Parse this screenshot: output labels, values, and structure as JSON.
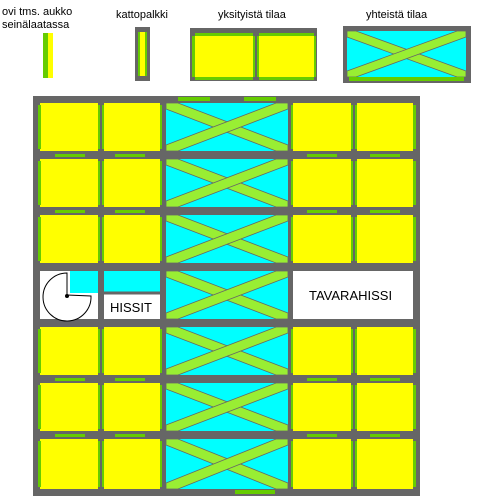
{
  "legend": {
    "opening": "ovi tms. aukko seinälaatassa",
    "beam": "kattopalkki",
    "private": "yksityistä tilaa",
    "common": "yhteistä tilaa"
  },
  "labels": {
    "elevators": "HISSIT",
    "freight": "TAVARAHISSI"
  },
  "colors": {
    "private": "#ffff00",
    "common": "#00ffff",
    "opening": "#66cc00",
    "wall": "#666666"
  }
}
